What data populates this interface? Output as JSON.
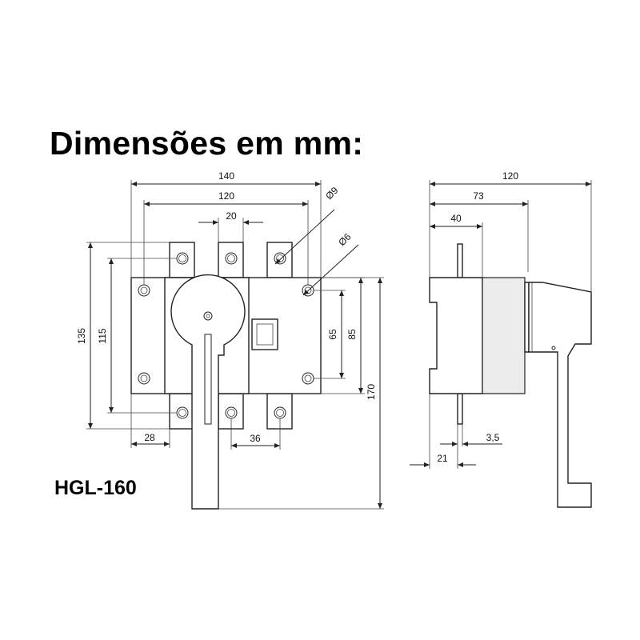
{
  "title": "Dimensões em mm:",
  "model": "HGL-160",
  "dims": {
    "front_width_overall": "140",
    "front_width_holes": "120",
    "terminal_spacing": "20",
    "hole_dia_large": "Ø9",
    "hole_dia_small": "Ø6",
    "height_overall": "135",
    "height_holes": "115",
    "mount_inner": "65",
    "mount_outer": "85",
    "height_total": "170",
    "offset_left": "28",
    "terminal_pitch": "36",
    "side_depth_overall": "120",
    "side_depth_mid": "73",
    "side_depth_front": "40",
    "shaft_offset": "21",
    "shaft_dia": "3,5"
  }
}
